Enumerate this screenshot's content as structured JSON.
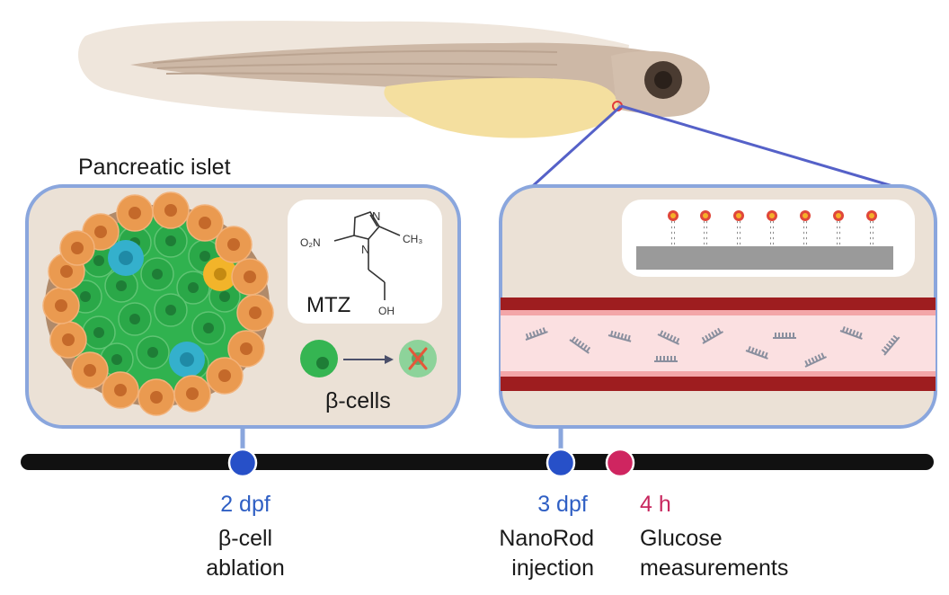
{
  "islet": {
    "title": "Pancreatic islet",
    "drug_name": "MTZ",
    "chem_no2": "O₂N",
    "chem_n_top": "N",
    "chem_n_bottom": "N",
    "chem_ch3": "CH₃",
    "chem_oh": "OH",
    "cells_label": "β-cells"
  },
  "timeline": {
    "events": [
      {
        "time": "2 dpf",
        "label_line1": "β-cell",
        "label_line2": "ablation"
      },
      {
        "time": "3 dpf",
        "label_line1": "NanoRod",
        "label_line2": "injection"
      },
      {
        "time": "4 h",
        "label_line1": "Glucose",
        "label_line2": "measurements"
      }
    ]
  },
  "colors": {
    "panel_border": "#8aa6dd",
    "panel_fill": "#ebe1d6",
    "beta_cell": "#35b552",
    "alpha_cell": "#ea9a50",
    "delta_cell": "#34b0cc",
    "pp_cell": "#f2b42a",
    "timeline_marker_blue": "#2750c8",
    "timeline_marker_pink": "#cf2560",
    "vessel_wall": "#9e1d1f",
    "vessel_lumen": "#fbe0e1",
    "connector": "#5561c8"
  },
  "icons": [
    "zebrafish-larva",
    "zoom-circle",
    "nanorod-icon",
    "cross-mark-icon",
    "arrow-right-icon"
  ]
}
